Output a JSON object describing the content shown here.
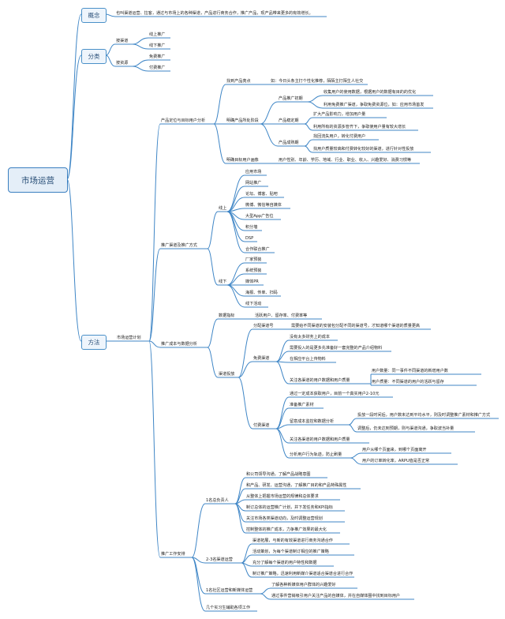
{
  "root": "市场运营",
  "concept": {
    "label": "概念",
    "text": "也叫渠道运营、拉客，通过与市场上的各种渠道，产品进行商务合作，推广产品，现产品带来更多的有效增长。"
  },
  "category": {
    "label": "分类",
    "by_channel": {
      "label": "按渠道",
      "items": [
        "线上推广",
        "线下推广"
      ]
    },
    "by_resource": {
      "label": "按资源",
      "items": [
        "免费推广",
        "付费推广"
      ]
    }
  },
  "method": {
    "label": "方法",
    "plan": {
      "label": "市场运营计划",
      "positioning": {
        "label": "产品定位与目标用户分析",
        "highlight": {
          "label": "找到产品亮点",
          "text": "如：今日头条主打个性化推荐，陌陌主打陌生人社交"
        },
        "stage": {
          "label": "明确产品所处阶段",
          "early": {
            "label": "产品推广初期",
            "items": [
              "收集用户的使用数据，根据用户的数据有目的的优化",
              "利用免费推广渠道，争取免费资源位，如：应用市场首发"
            ]
          },
          "stable": {
            "label": "产品稳定期",
            "items": [
              "扩大产品影响力，增加用户量",
              "利用所有的资源多管齐下，争取使用户量有较大增长"
            ]
          },
          "mature": {
            "label": "产品成熟期",
            "items": [
              "找回流失用户，转化付费用户",
              "找用户质量较高和付费转化较好的渠道，进行针对性投放"
            ]
          }
        },
        "portrait": {
          "label": "明确目标用户画像",
          "text": "用户性别、年龄、学历、地域、行业、职业、收入、兴趣爱好、消费习惯等"
        }
      },
      "channels": {
        "label": "推广渠道及推广方式",
        "online": {
          "label": "线上",
          "items": [
            "应用市场",
            "网站推广",
            "论坛、博客、贴吧",
            "微博、微信等自媒体",
            "大型App广告位",
            "积分墙",
            "DSP",
            "合作联合推广"
          ]
        },
        "offline": {
          "label": "线下",
          "items": [
            "厂家预装",
            "系统预装",
            "媒体PR",
            "海报、传单、扫码",
            "线下活动"
          ]
        }
      },
      "cost": {
        "label": "推广成本与数据分析",
        "metrics": {
          "label": "数据指标",
          "text": "活跃用户、留存率、付费率等"
        },
        "delivery": {
          "label": "渠道投放",
          "assign": {
            "label": "分配渠道号",
            "text": "需要给不同渠道的安装包分配不同的渠道号，才知道哪个渠道的质量更高"
          },
          "free": {
            "label": "免费渠道",
            "items": [
              "没有太多财务上的成本",
              "需要投入的是更多先准备好一套完整的产品介绍物料",
              "在相应平台上传物料"
            ],
            "watch": {
              "label": "关注各渠道的用户数据和用户质量",
              "items": [
                "用户数量：同一事件不同渠道的新增用户数",
                "用户质量：不同渠道的用户的活跃与留存"
              ]
            }
          },
          "paid": {
            "label": "付费渠道",
            "items": [
              "通过一定成本获取用户，目前一个真实用户2-10元",
              "准备推广素材"
            ],
            "optimize": {
              "label": "留意成本监控和数据分析",
              "items": [
                "投放一段时间后，用户数未达到平均水平，则及时调整推广素材和推广方式",
                "调整后，仍未达到预期，则与渠道沟通，争取波当补量"
              ]
            },
            "watch": "关注各渠道的用户数据和用户质量",
            "behavior": {
              "label": "分析用户行为轨迹，防止刷量",
              "items": [
                "用户从哪个页面来，到哪个页面离开",
                "用户的订单转化率，ARPU值是否正常"
              ]
            }
          }
        }
      },
      "team": {
        "label": "推广工作安排",
        "lead": {
          "label": "1名总负责人",
          "items": [
            "和公司领导沟通，了解产品战略意图",
            "和产品、研发、运营沟通，了解推广目的和产品特殊属性",
            "从整体上把握市场运营的规律和总体要求",
            "制订总体的运营推广计划，并下发任务和KPI指标",
            "关注市场各类渠道动向，及时调整运营规划",
            "控制整体的推广成本，力争推广效果的最大化"
          ]
        },
        "ops": {
          "label": "2-3名渠道运营",
          "items": [
            "渠道拓展，与新的有效渠道进行商务沟通合作",
            "活动策划，为每个渠道制订相应的推广策略",
            "充分了解每个渠道的用户特性和数据",
            "制订推广策略，迅速利用新媒介渠道适合渠道合进行合作"
          ]
        },
        "social": {
          "label": "1名社区运营和新媒体运营",
          "items": [
            "了解各种新媒体用户群体的兴趣爱好",
            "通过事件营销吸引用户关注产品的自媒体，并在自媒体圈中找到目标用户"
          ]
        },
        "intern": {
          "label": "几个实习生辅助各项工作"
        }
      }
    }
  }
}
